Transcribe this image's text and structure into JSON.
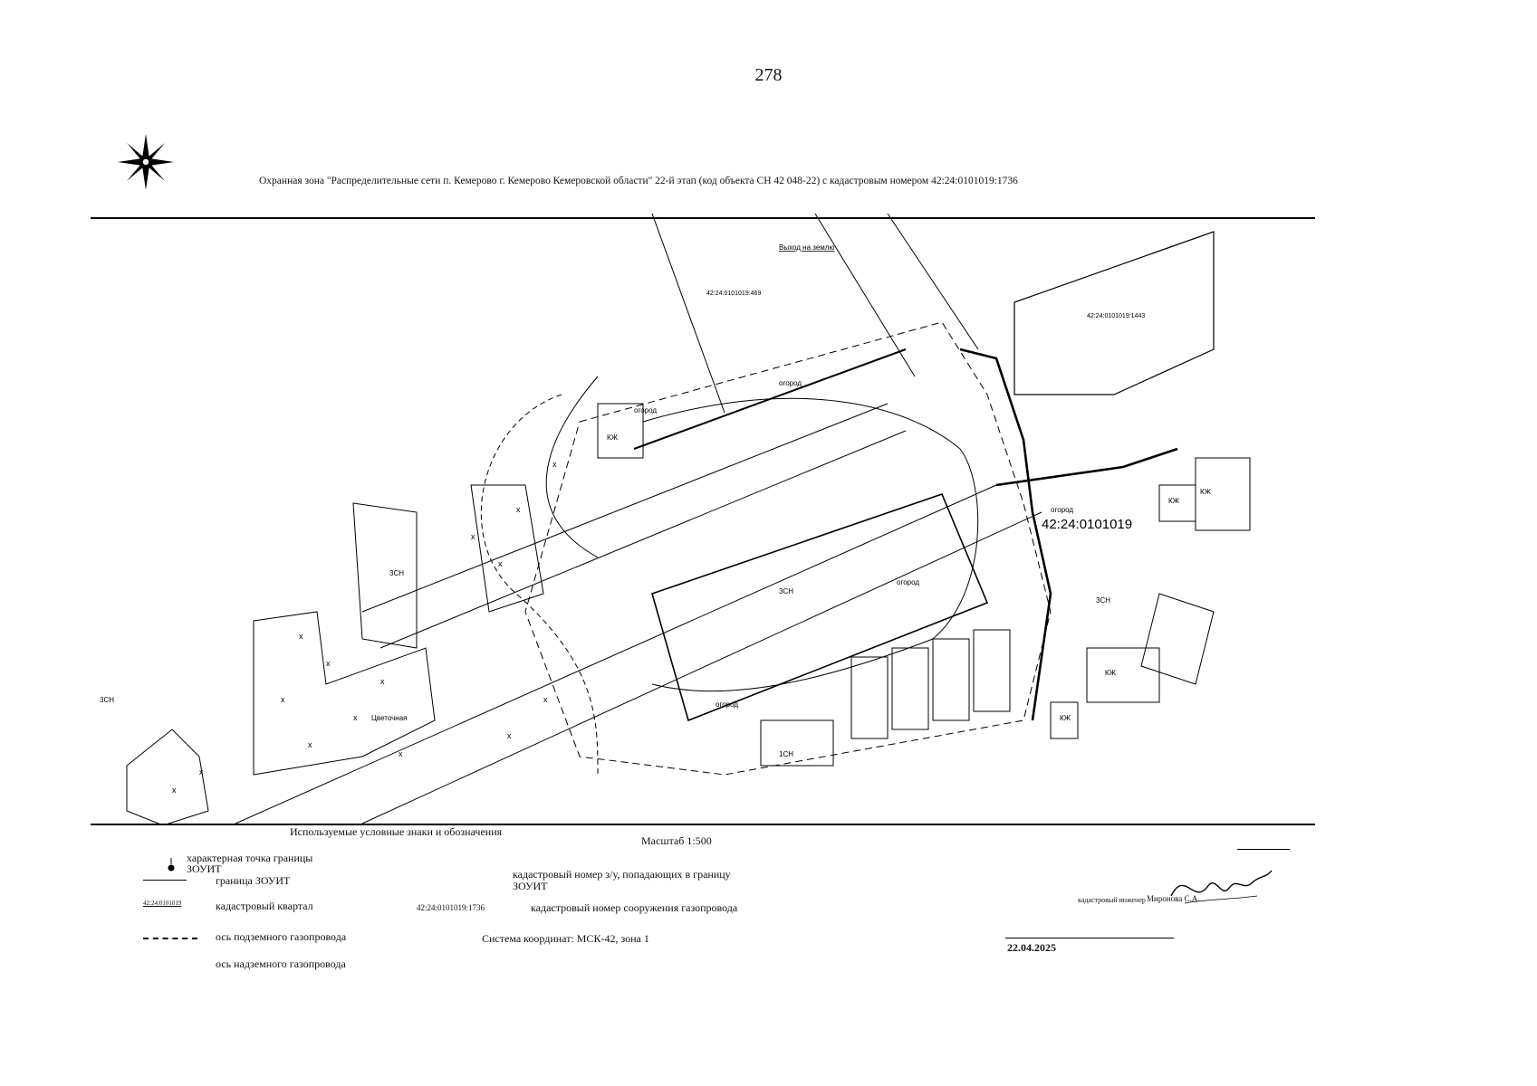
{
  "page_number": "278",
  "title": "Охранная зона \"Распределительные сети п. Кемерово г. Кемерово Кемеровской области\" 22-й этап (код объекта СН 42 048-22) с кадастровым номером 42:24:0101019:1736",
  "map": {
    "quarter_label": "42:24:0101019",
    "parcel_labels": [
      "42:24:0101019:469",
      "42:24:0101019:1443"
    ],
    "building_labels": [
      "3СН",
      "3СН",
      "3СН",
      "3СН",
      "КЖ",
      "КЖ",
      "КЖ",
      "КЖ",
      "КЖ",
      "1СН"
    ],
    "place_labels": [
      "огород",
      "огород",
      "огород",
      "огород",
      "огород",
      "Цветочная",
      "Выход на землю"
    ]
  },
  "legend": {
    "heading": "Используемые условные знаки и обозначения",
    "scale": "Масштаб 1:500",
    "items": {
      "point": "характерная точка границы ЗОУИТ",
      "boundary": "граница ЗОУИТ",
      "quarter": "кадастровый квартал",
      "quarter_sample": "42:24:0101019",
      "underground": "ось подземного газопровода",
      "aboveground": "ось надземного газопровода",
      "parcels": "кадастровый номер з/у, попадающих в границу ЗОУИТ",
      "structure": "кадастровый номер сооружения газопровода",
      "structure_sample": "42:24:0101019:1736"
    },
    "coordinate_system": "Система координат: МСК-42, зона 1"
  },
  "signature": {
    "role": "кадастровый инженер",
    "name": "Миронова С.А.",
    "date": "22.04.2025"
  }
}
